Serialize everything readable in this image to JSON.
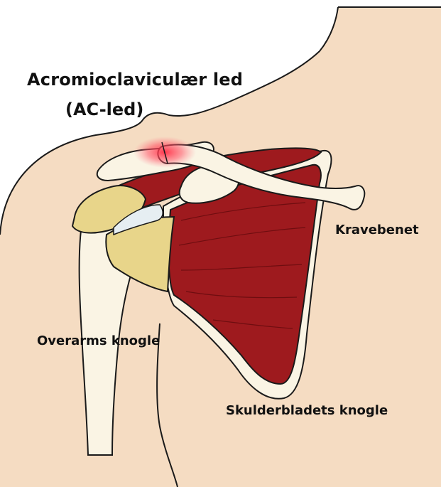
{
  "labels": {
    "ac_joint_line1": "Acromioclaviculær led",
    "ac_joint_line2": "(AC-led)",
    "clavicle": "Kravebenet",
    "humerus": "Overarms knogle",
    "scapula": "Skulderbladets knogle"
  },
  "colors": {
    "skin": "#f5dcc2",
    "bone": "#faf4e4",
    "muscle": "#9e1a1e",
    "tendon": "#e8d58a",
    "outline": "#1a1a1a",
    "inflammation": "#ff3b4d"
  },
  "icons": [
    "shoulder-illustration"
  ]
}
